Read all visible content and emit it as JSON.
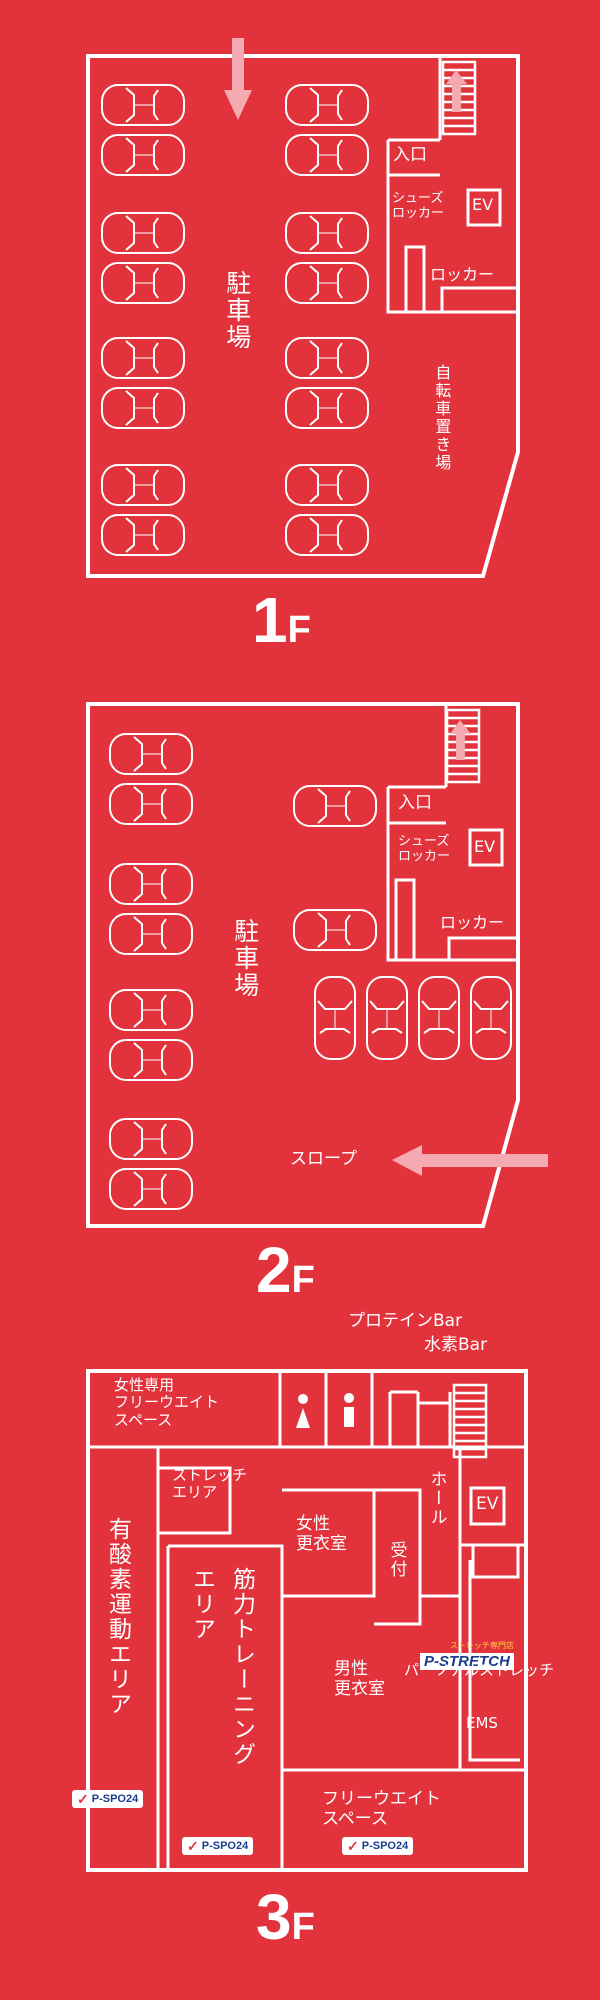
{
  "colors": {
    "background": "#e2323c",
    "lines": "#ffffff",
    "arrow": "#f4aab0",
    "logo_blue": "#1b3c8c",
    "logo_yellow": "#ffd23f"
  },
  "floor1": {
    "number": "1",
    "suffix": "F",
    "parking": "駐車場",
    "entrance": "入口",
    "shoe_lockers": "シューズ\nロッカー",
    "ev": "EV",
    "lockers": "ロッカー",
    "bicycle": "自転車置き場"
  },
  "floor2": {
    "number": "2",
    "suffix": "F",
    "parking": "駐車場",
    "entrance": "入口",
    "shoe_lockers": "シューズ\nロッカー",
    "ev": "EV",
    "lockers": "ロッカー",
    "slope": "スロープ"
  },
  "floor3": {
    "number": "3",
    "suffix": "F",
    "protein_bar": "プロテインBar",
    "water_bar": "水素Bar",
    "women_free_weight": "女性専用\nフリーウエイト\nスペース",
    "stretch_area": "ストレッチ\nエリア",
    "hall": "ホール",
    "ev": "EV",
    "aerobic_area": "有酸素運動エリア",
    "strength_area_1": "筋力トレーニング",
    "strength_area_2": "エリア",
    "women_locker": "女性\n更衣室",
    "reception": "受付",
    "men_locker": "男性\n更衣室",
    "personal_stretch": "パーソナルストレッチ",
    "p_stretch_small": "ストレッチ専門店",
    "p_stretch_brand": "P-STRETCH",
    "ems": "EMS",
    "free_weight": "フリーウエイト\nスペース",
    "logo_text": "P-SPO24",
    "restroom_female_icon": "female-icon",
    "restroom_male_icon": "male-icon"
  }
}
